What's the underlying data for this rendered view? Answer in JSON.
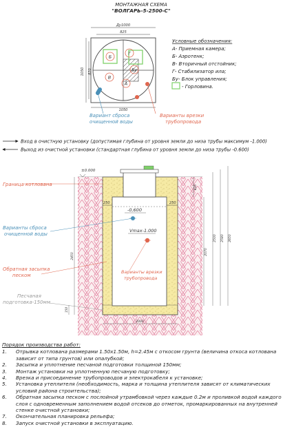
{
  "title": {
    "line1": "МОНТАЖНАЯ СХЕМА",
    "line2": "\"ВОЛГАРЬ-5-2500-С\""
  },
  "plan_dims": {
    "du": "Ду1000",
    "d825": "825",
    "d1050_v": "1050",
    "d820_v": "820",
    "d1050_h": "1050"
  },
  "plan_cells": {
    "b": "Б",
    "g": "Г",
    "v": "В",
    "bu": "Бу",
    "a": "А"
  },
  "legend": {
    "title": "Условные обозначения:",
    "items": [
      "А- Приемная камера;",
      "Б- Аэротенк;",
      "В- Вторичный отстойник;",
      "Г- Стабилизатор ила;",
      "Бу- Блок управления;",
      "- Горловина."
    ]
  },
  "plan_labels": {
    "discharge_l1": "Вариант сброса",
    "discharge_l2": "очищенной воды",
    "inlet_l1": "Варианты врезки",
    "inlet_l2": "трубопровода"
  },
  "flow": {
    "inlet": "Вход в очистную установку (допустимая глубина от уровня земли до низа трубы максимум -1.000)",
    "outlet": "Выход из очистной установки (стандартная глубина от уровня земли до низа трубы -0.600)"
  },
  "section": {
    "zero": "±0.000",
    "pit_border": "Граница котлована",
    "d250_l": "250",
    "d250_r": "250",
    "lvl_out": "-0,600",
    "lvl_max": "Vmax-1.000",
    "discharge_l1": "Варианты сброса",
    "discharge_l2": "очищенной воды",
    "backfill_l1": "Обратная засыпка",
    "backfill_l2": "песком",
    "inlet_l1": "Варианты врезки",
    "inlet_l2": "трубопровода",
    "sand_l1": "Песчаная",
    "sand_l2": "подготовка-150мм",
    "h435": "435",
    "h2500": "2500",
    "h2070": "2070",
    "h2580": "2580",
    "h2650": "2650",
    "h150": "150",
    "h2450": "2450",
    "w2000": "2000"
  },
  "procedure": {
    "title": "Порядок производства работ:",
    "steps": [
      {
        "n": "1.",
        "text": "Отрывка котлована размерами 1.50х1.50м, h=2.45м с откосом грунта (величина откоса котлована зависит от типа грунтов) или опалубкой;"
      },
      {
        "n": "2.",
        "text": "Засыпка и уплотнение песчаной подготовки толщиной 150мм;"
      },
      {
        "n": "3.",
        "text": "Монтаж установки на уплотненную песчаную подготовку;"
      },
      {
        "n": "4.",
        "text": "Врезка и присоединение трубопроводов и электрокабеля к установке;"
      },
      {
        "n": "5.",
        "text": "Установка утеплителя (необходимость, марка и толщина утеплителя зависят от климатических условий района строительства);"
      },
      {
        "n": "6.",
        "text": "Обратная засыпка песком с послойной утрамбовкой через каждые 0.2м и проливкой водой каждого слоя с одновременным заполнением водой отсеков до отметок, промаркированных на внутренней стенке очистной установки;"
      },
      {
        "n": "7.",
        "text": "Окончательная планировка рельефа;"
      },
      {
        "n": "8.",
        "text": "Запуск очистной установки в эксплуатацию."
      }
    ]
  },
  "colors": {
    "red": "#e0664e",
    "blue": "#4a90b8",
    "green": "#7fd16a",
    "sand": "#f6eaa4",
    "dark": "#333333"
  }
}
